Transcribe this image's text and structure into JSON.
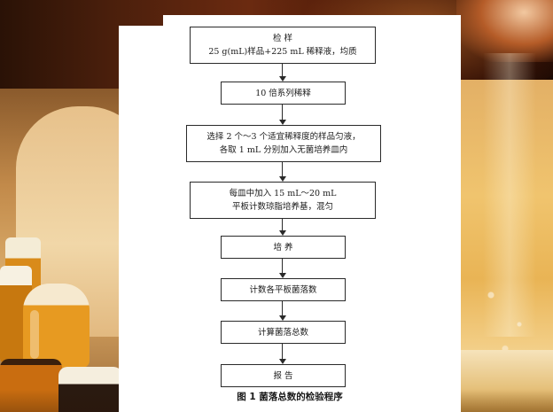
{
  "flowchart": {
    "steps": [
      {
        "lines": [
          "检  样",
          "25 g(mL)样品+225 mL 稀释液，均质"
        ]
      },
      {
        "lines": [
          "10 倍系列稀释"
        ]
      },
      {
        "lines": [
          "选择 2 个～3 个适宜稀释度的样品匀液，",
          "各取 1 mL 分别加入无菌培养皿内"
        ]
      },
      {
        "lines": [
          "每皿中加入 15 mL～20 mL",
          "平板计数琼脂培养基，混匀"
        ]
      },
      {
        "lines": [
          "培  养"
        ]
      },
      {
        "lines": [
          "计数各平板菌落数"
        ]
      },
      {
        "lines": [
          "计算菌落总数"
        ]
      },
      {
        "lines": [
          "报  告"
        ]
      }
    ],
    "caption": "图 1  菌落总数的检验程序"
  }
}
